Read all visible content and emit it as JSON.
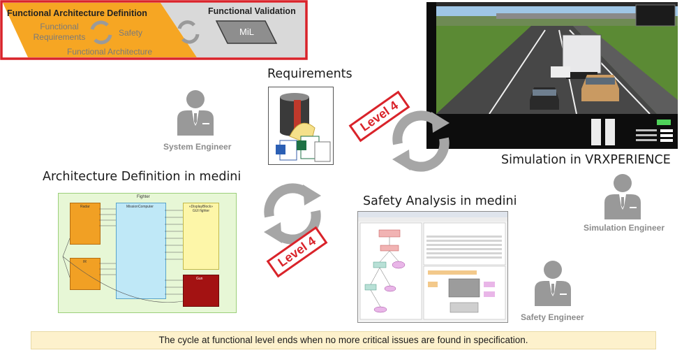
{
  "banner": {
    "definition_title": "Functional Architecture Definition",
    "validation_title": "Functional Validation",
    "functional_requirements": "Functional Requirements",
    "safety": "Safety",
    "functional_architecture": "Functional Architecture",
    "mil": "MiL"
  },
  "headings": {
    "requirements": "Requirements",
    "architecture": "Architecture Definition in medini",
    "safety_analysis": "Safety Analysis in medini",
    "simulation": "Simulation in VRXPERIENCE"
  },
  "roles": {
    "system": "System Engineer",
    "simulation": "Simulation Engineer",
    "safety": "Safety Engineer"
  },
  "stamps": {
    "upper": "Level 4",
    "lower": "Level 4"
  },
  "architecture_diagram": {
    "title": "Fighter",
    "blocks": {
      "radar": "Radar",
      "ir": "IR",
      "mission_computer": "MissionComputer",
      "gui": "«DisplayBlock» GUI fighter",
      "gun": "Gun"
    }
  },
  "footer": "The cycle at functional level ends when no more critical issues are found in specification.",
  "colors": {
    "banner_orange": "#f6a623",
    "banner_grey": "#d9d9d9",
    "frame_red": "#d9232a",
    "stamp_red": "#d9232a",
    "cycle_grey": "#a6a6a6",
    "footer_bg": "#fdf1cc"
  }
}
